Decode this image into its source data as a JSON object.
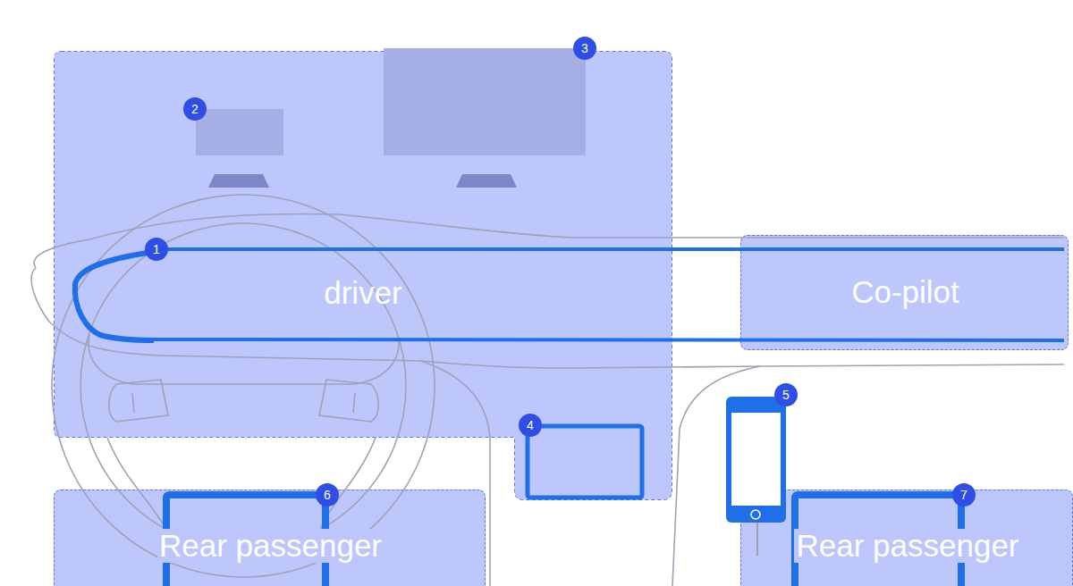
{
  "diagram": {
    "nodes": [
      {
        "text": [
          "driver"
        ]
      },
      {
        "text": [
          "Co-pilot"
        ]
      },
      {
        "text": [
          "Rear passenger"
        ]
      },
      {
        "text": [
          "Rear passenger"
        ]
      }
    ],
    "labels": [
      "1",
      "2",
      "3",
      "4",
      "5",
      "6",
      "7"
    ]
  }
}
